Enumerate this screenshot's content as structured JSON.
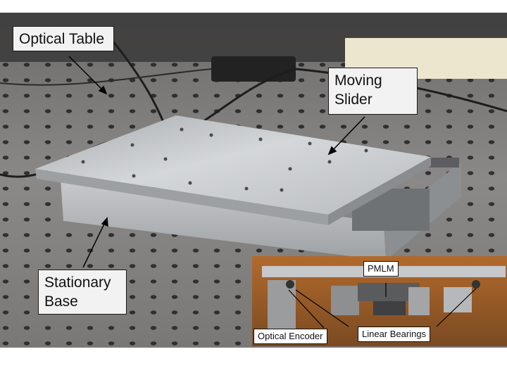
{
  "labels": {
    "optical_table": "Optical Table",
    "moving_slider": [
      "Moving",
      "Slider"
    ],
    "stationary_base": [
      "Stationary",
      "Base"
    ]
  },
  "inset": {
    "pmlm": "PMLM",
    "optical_encoder": "Optical Encoder",
    "linear_bearings": "Linear Bearings"
  }
}
